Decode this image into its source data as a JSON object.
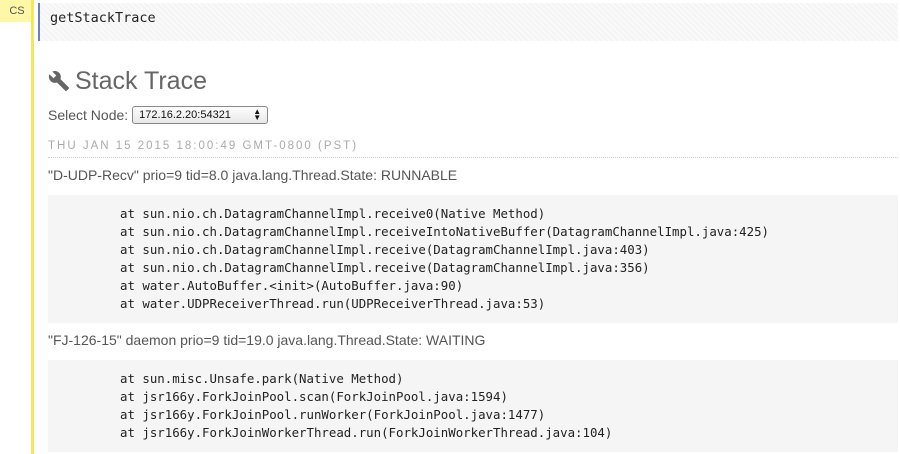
{
  "cell": {
    "badge": "CS",
    "command": "getStackTrace"
  },
  "output": {
    "title": "Stack Trace",
    "select_label": "Select Node:",
    "selected_node": "172.16.2.20:54321",
    "timestamp": "THU JAN 15 2015 18:00:49 GMT-0800 (PST)",
    "threads": [
      {
        "header": "\"D-UDP-Recv\" prio=9 tid=8.0 java.lang.Thread.State: RUNNABLE",
        "lines": [
          "at sun.nio.ch.DatagramChannelImpl.receive0(Native Method)",
          "at sun.nio.ch.DatagramChannelImpl.receiveIntoNativeBuffer(DatagramChannelImpl.java:425)",
          "at sun.nio.ch.DatagramChannelImpl.receive(DatagramChannelImpl.java:403)",
          "at sun.nio.ch.DatagramChannelImpl.receive(DatagramChannelImpl.java:356)",
          "at water.AutoBuffer.<init>(AutoBuffer.java:90)",
          "at water.UDPReceiverThread.run(UDPReceiverThread.java:53)"
        ]
      },
      {
        "header": "\"FJ-126-15\" daemon prio=9 tid=19.0 java.lang.Thread.State: WAITING",
        "lines": [
          "at sun.misc.Unsafe.park(Native Method)",
          "at jsr166y.ForkJoinPool.scan(ForkJoinPool.java:1594)",
          "at jsr166y.ForkJoinPool.runWorker(ForkJoinPool.java:1477)",
          "at jsr166y.ForkJoinWorkerThread.run(ForkJoinWorkerThread.java:104)"
        ]
      }
    ]
  },
  "icons": {
    "title_icon": "wrench-icon",
    "select_icon": "chevron-updown-icon"
  },
  "colors": {
    "gutter_badge": "#fff7a8",
    "gutter_line": "#f3e75a",
    "input_border": "#6b7fb8",
    "trace_bg": "#f5f5f5"
  }
}
